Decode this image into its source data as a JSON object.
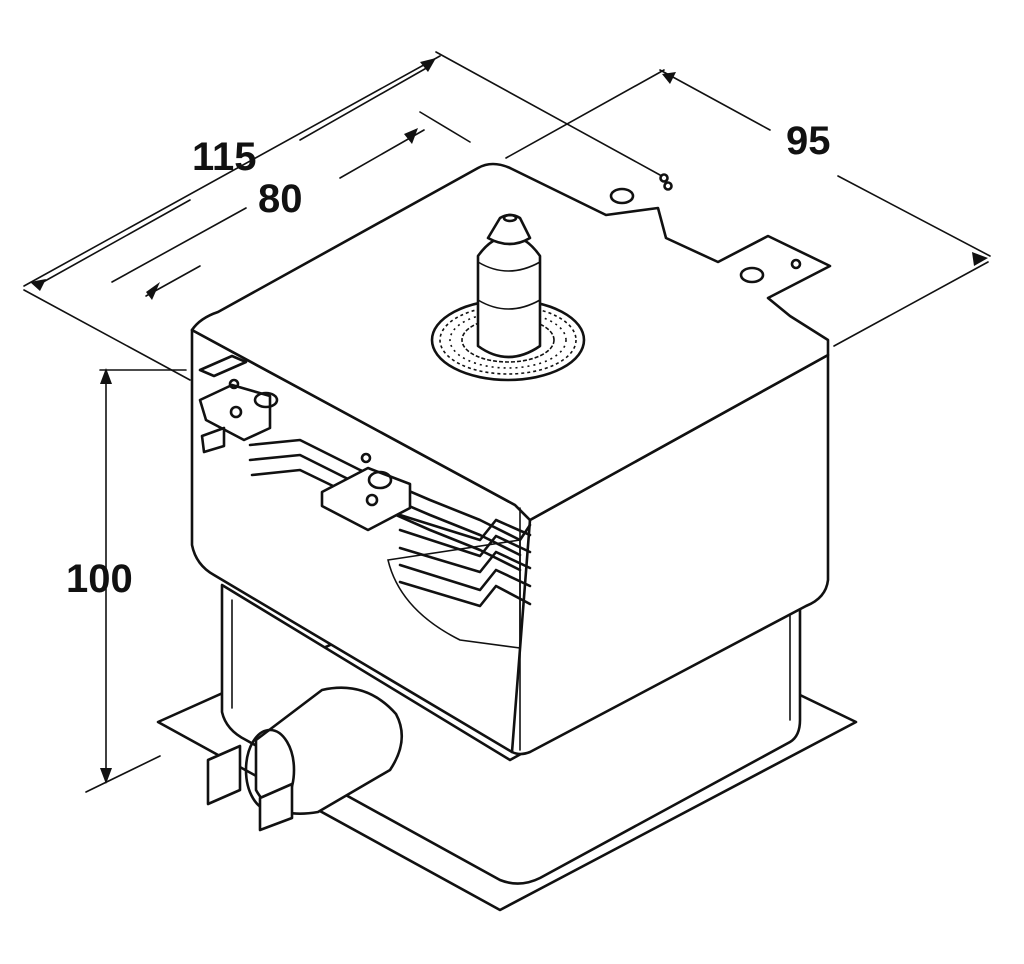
{
  "dimensions": {
    "width_outer": "115",
    "width_inner": "80",
    "depth": "95",
    "height": "100"
  },
  "colors": {
    "line": "#111111",
    "background": "#ffffff"
  }
}
